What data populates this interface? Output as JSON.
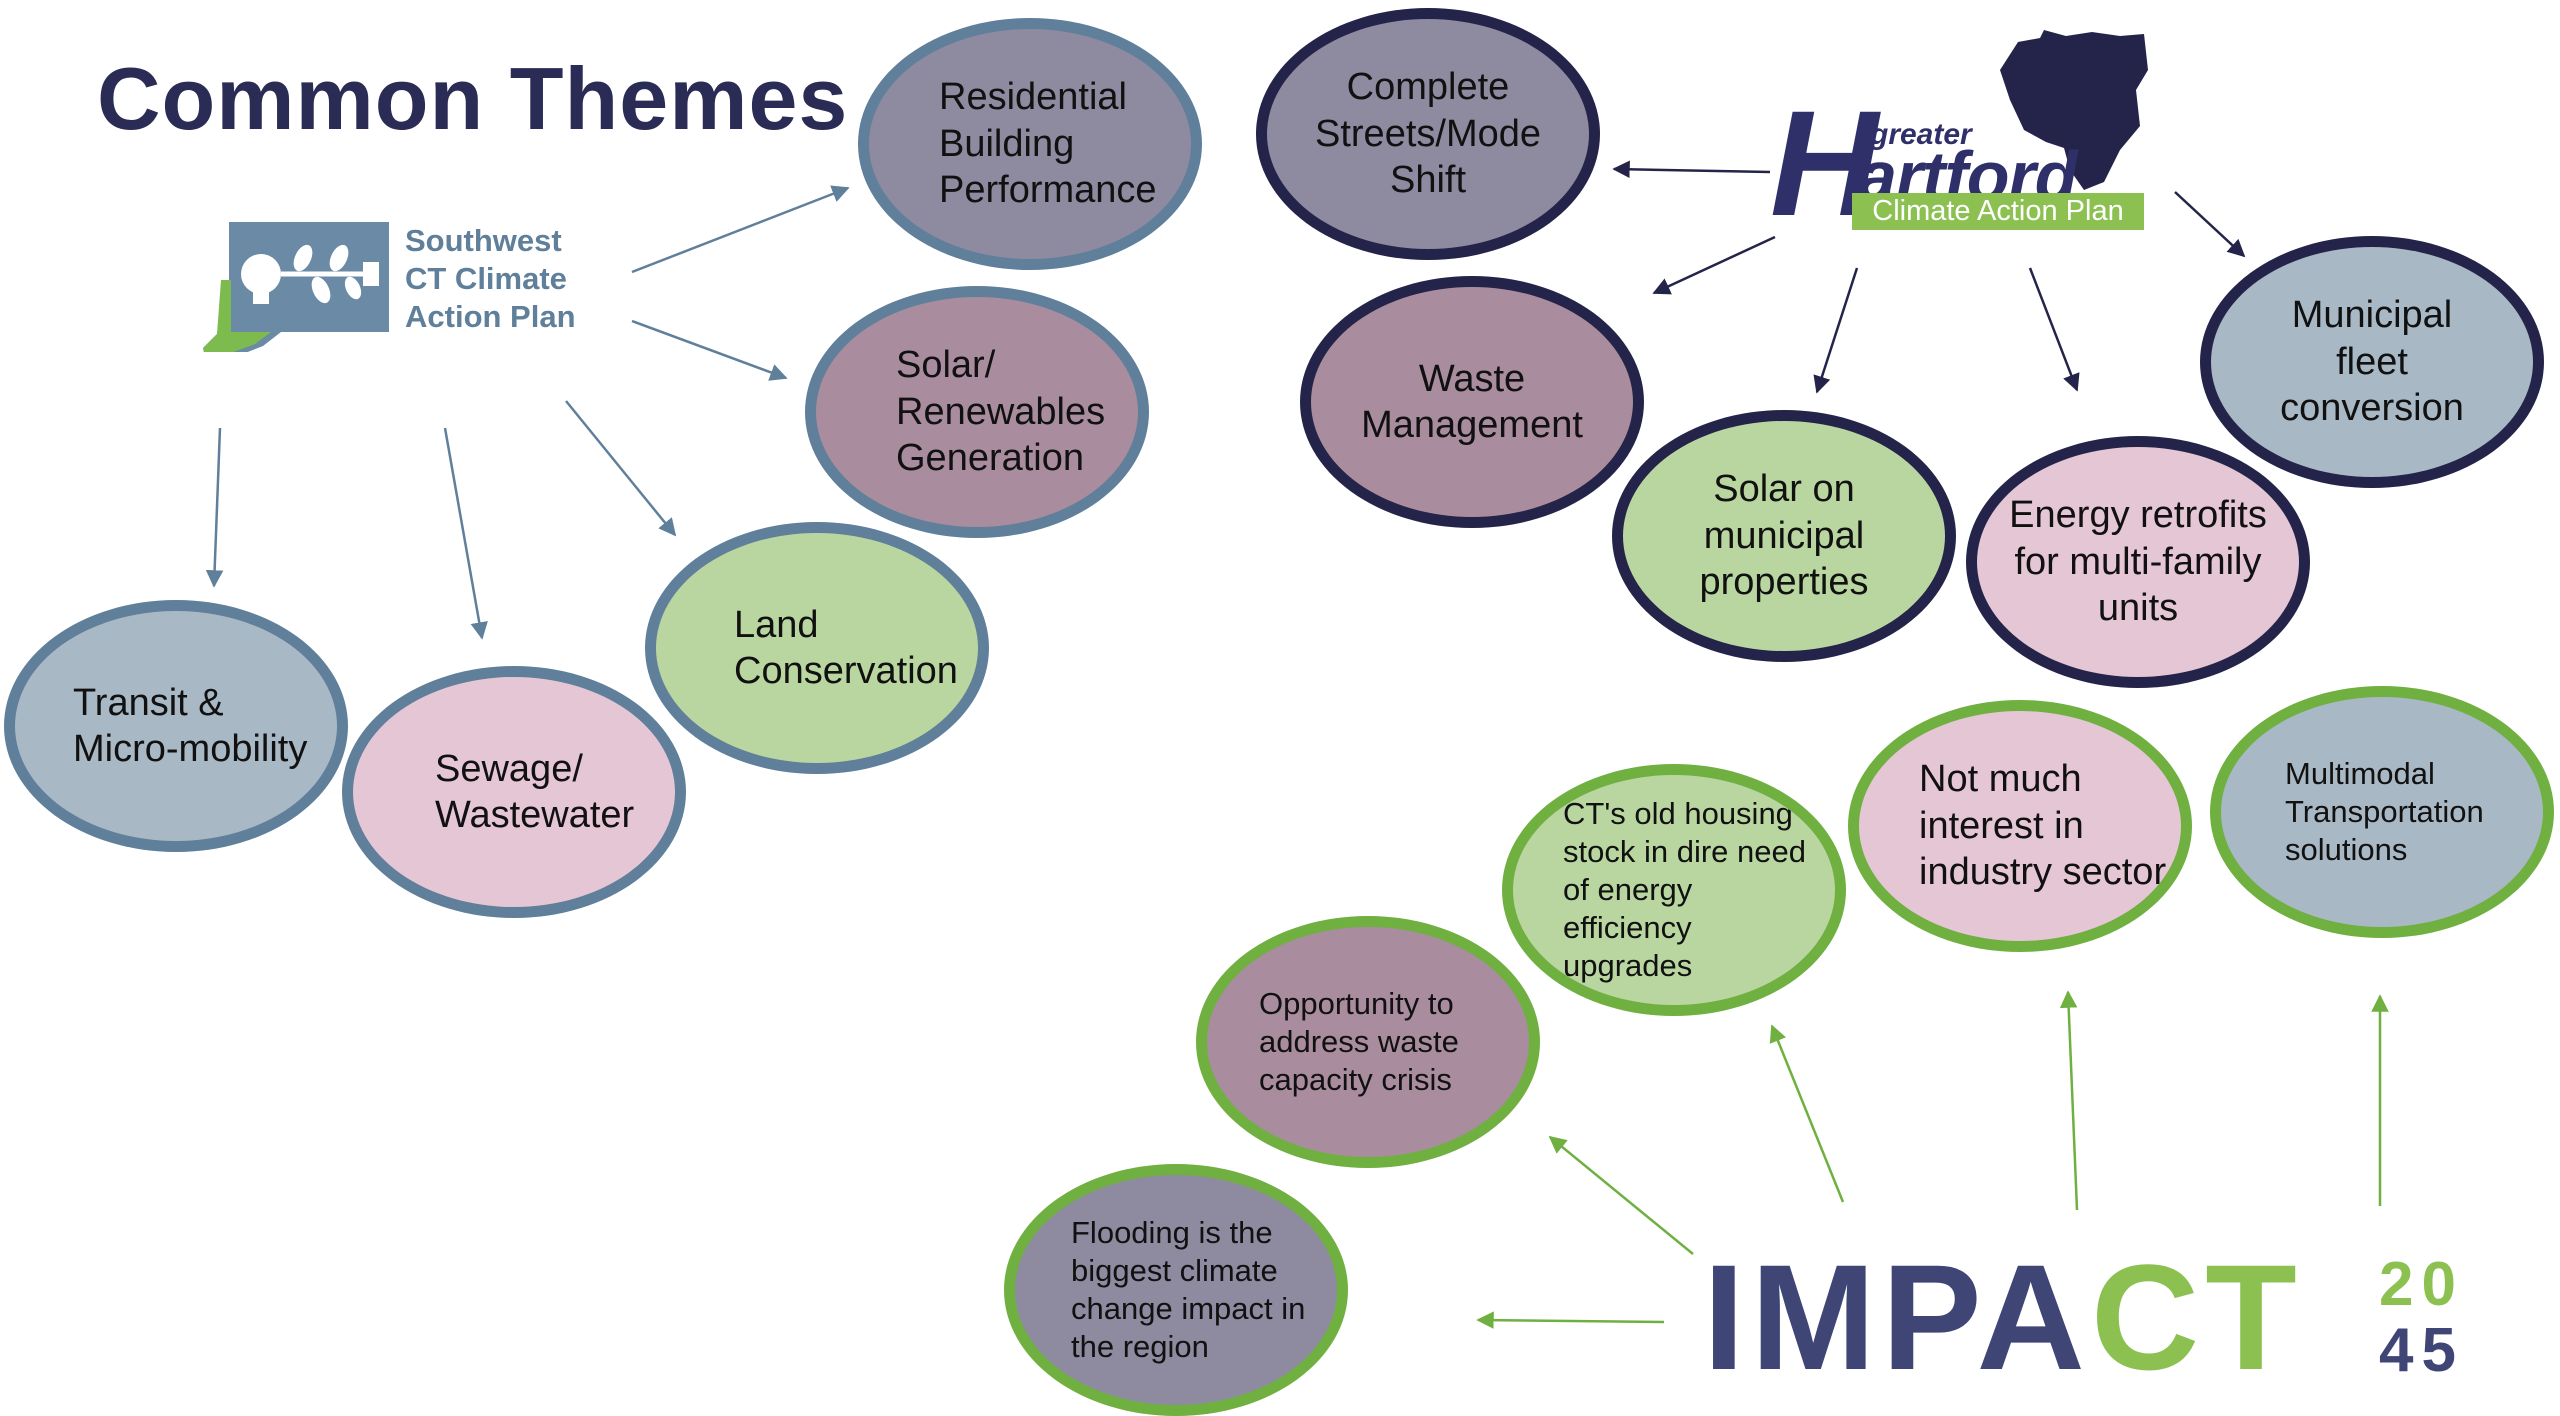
{
  "title": "Common Themes",
  "colors": {
    "title": "#2b2c55",
    "southwest_border": "#5f7f9a",
    "hartford_border": "#24244a",
    "impact_border": "#6fb041",
    "arrow_southwest": "#5f7f9a",
    "arrow_hartford": "#24244a",
    "arrow_impact": "#6fb041"
  },
  "logos": {
    "southwest": {
      "text": "Southwest\nCT Climate\nAction Plan",
      "icon": "connecticut-lightbulb-icon"
    },
    "hartford": {
      "prefix": "greater",
      "letter": "H",
      "city": "artford",
      "band": "Climate Action Plan",
      "icon": "region-map-icon"
    },
    "impact": {
      "word_a": "IMPA",
      "word_b": "CT",
      "digits_top": "20",
      "digits_bottom": "45"
    }
  },
  "southwest_themes": [
    {
      "id": "residential",
      "label": "Residential\nBuilding\nPerformance"
    },
    {
      "id": "solar",
      "label": "Solar/\nRenewables\nGeneration"
    },
    {
      "id": "land",
      "label": "Land\nConservation"
    },
    {
      "id": "transit",
      "label": "Transit &\nMicro-mobility"
    },
    {
      "id": "sewage",
      "label": "Sewage/\nWastewater"
    }
  ],
  "hartford_themes": [
    {
      "id": "streets",
      "label": "Complete\nStreets/Mode\nShift"
    },
    {
      "id": "waste",
      "label": "Waste\nManagement"
    },
    {
      "id": "solar-municipal",
      "label": "Solar on\nmunicipal\nproperties"
    },
    {
      "id": "retrofits",
      "label": "Energy retrofits\nfor multi-family\nunits"
    },
    {
      "id": "fleet",
      "label": "Municipal\nfleet\nconversion"
    }
  ],
  "impact_themes": [
    {
      "id": "multimodal",
      "label": "Multimodal\nTransportation\nsolutions"
    },
    {
      "id": "industry",
      "label": "Not much\ninterest in\nindustry sector"
    },
    {
      "id": "housing",
      "label": "CT's old housing\nstock in dire need\nof energy\nefficiency\nupgrades"
    },
    {
      "id": "waste-crisis",
      "label": "Opportunity to\naddress waste\ncapacity crisis"
    },
    {
      "id": "flooding",
      "label": "Flooding is the\nbiggest climate\nchange impact in\nthe region"
    }
  ]
}
